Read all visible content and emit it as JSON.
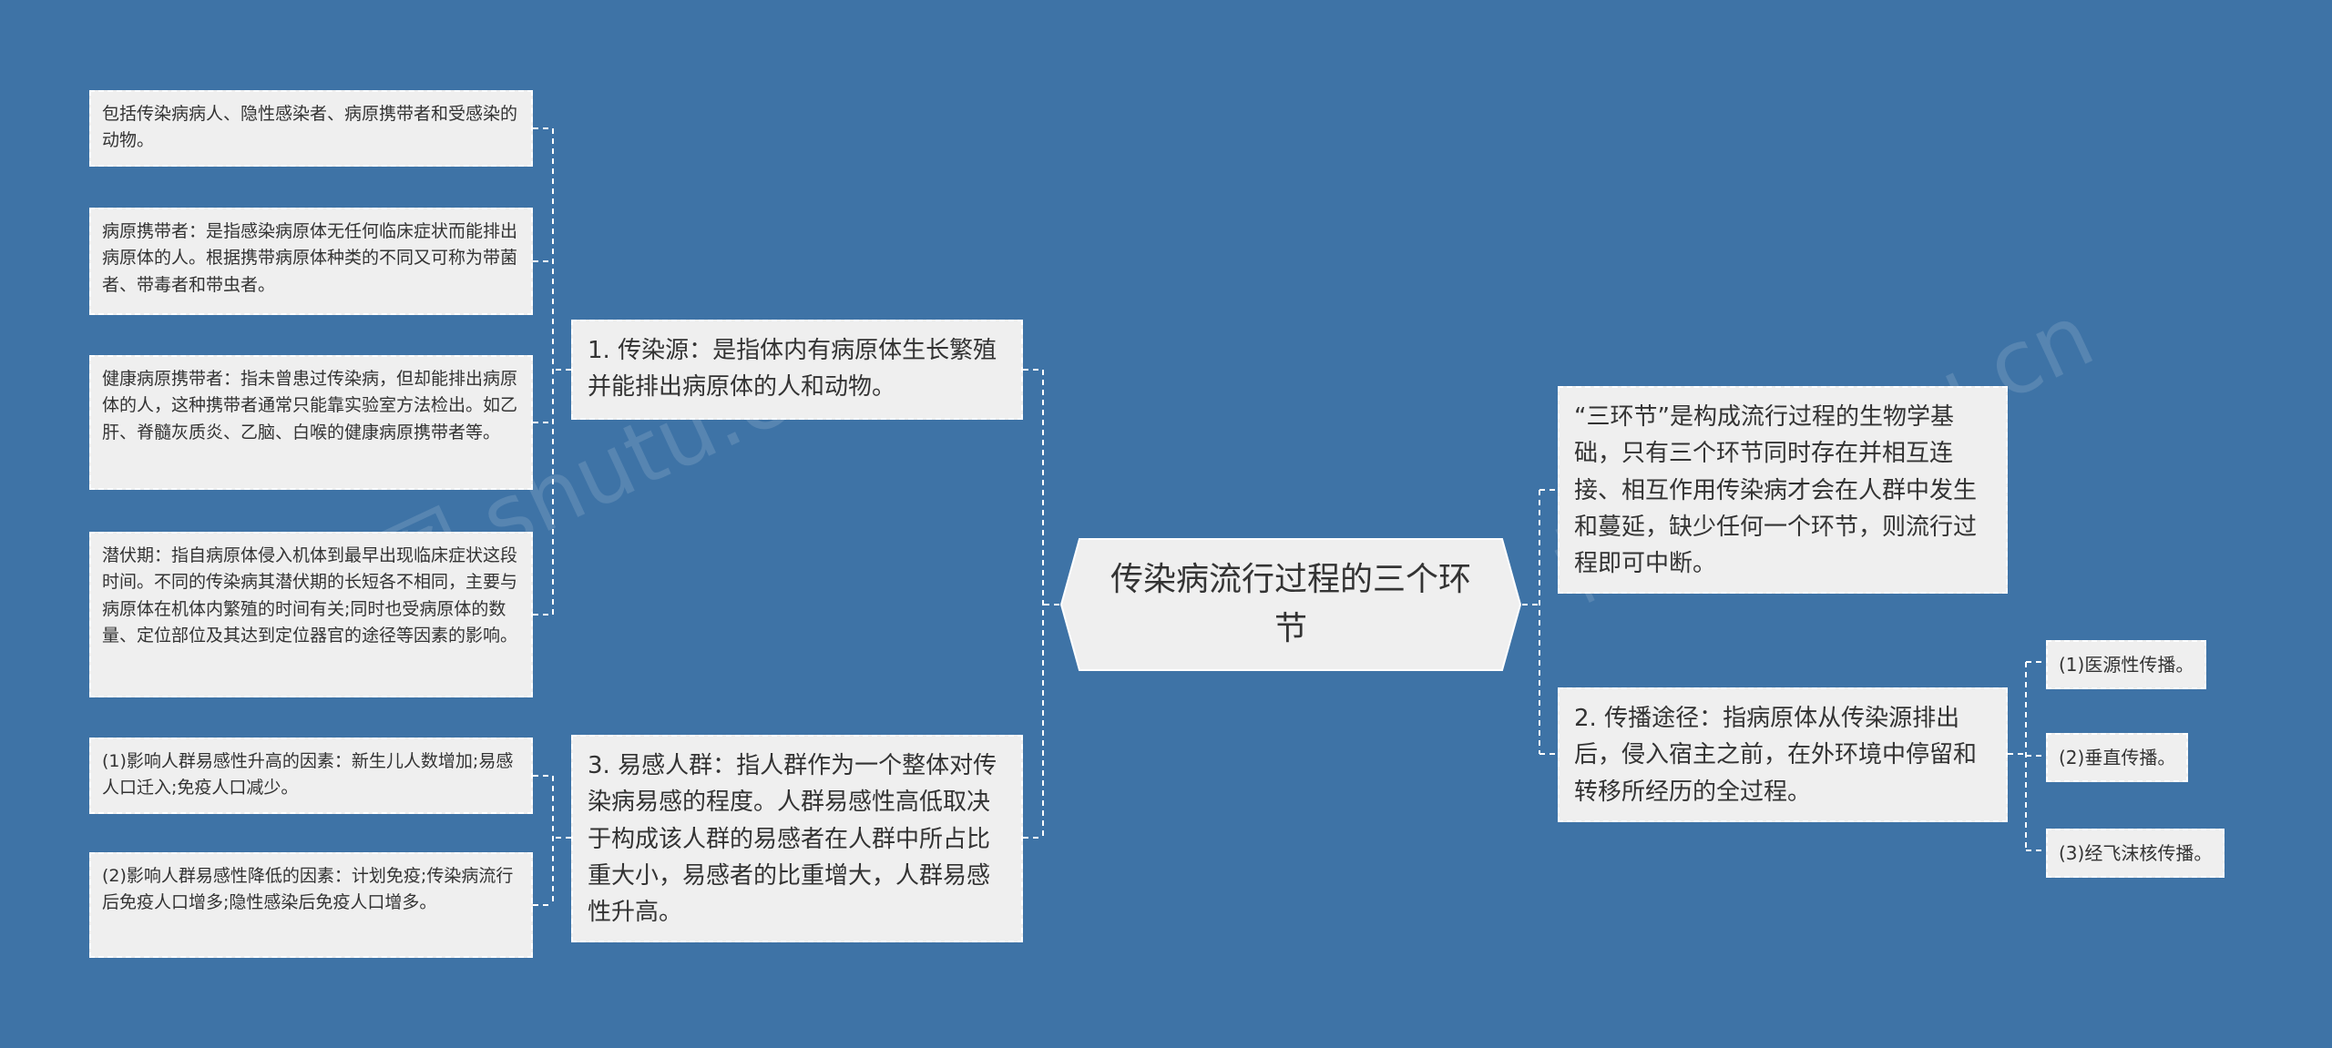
{
  "root": {
    "title": "传染病流行过程的三个环节"
  },
  "left": {
    "source": {
      "label": "1. 传染源：是指体内有病原体生长繁殖并能排出病原体的人和动物。",
      "children": [
        "包括传染病病人、隐性感染者、病原携带者和受感染的动物。",
        "病原携带者：是指感染病原体无任何临床症状而能排出病原体的人。根据携带病原体种类的不同又可称为带菌者、带毒者和带虫者。",
        "健康病原携带者：指未曾患过传染病，但却能排出病原体的人，这种携带者通常只能靠实验室方法检出。如乙肝、脊髓灰质炎、乙脑、白喉的健康病原携带者等。",
        "潜伏期：指自病原体侵入机体到最早出现临床症状这段时间。不同的传染病其潜伏期的长短各不相同，主要与病原体在机体内繁殖的时间有关;同时也受病原体的数量、定位部位及其达到定位器官的途径等因素的影响。"
      ]
    },
    "susceptible": {
      "label": "3. 易感人群：指人群作为一个整体对传染病易感的程度。人群易感性高低取决于构成该人群的易感者在人群中所占比重大小，易感者的比重增大，人群易感性升高。",
      "children": [
        "(1)影响人群易感性升高的因素：新生儿人数增加;易感人口迁入;免疫人口减少。",
        "(2)影响人群易感性降低的因素：计划免疫;传染病流行后免疫人口增多;隐性感染后免疫人口增多。"
      ]
    }
  },
  "right": {
    "note": "“三环节”是构成流行过程的生物学基础，只有三个环节同时存在并相互连接、相互作用传染病才会在人群中发生和蔓延，缺少任何一个环节，则流行过程即可中断。",
    "route": {
      "label": "2. 传播途径：指病原体从传染源排出后，侵入宿主之前，在外环境中停留和转移所经历的全过程。",
      "children": [
        "(1)医源性传播。",
        "(2)垂直传播。",
        "(3)经飞沫核传播。"
      ]
    }
  },
  "watermarks": [
    "树图 shutu.cn",
    "树图 shutu.cn"
  ],
  "colors": {
    "background": "#3e73a6",
    "node": "#efefef",
    "line": "#ffffff"
  }
}
